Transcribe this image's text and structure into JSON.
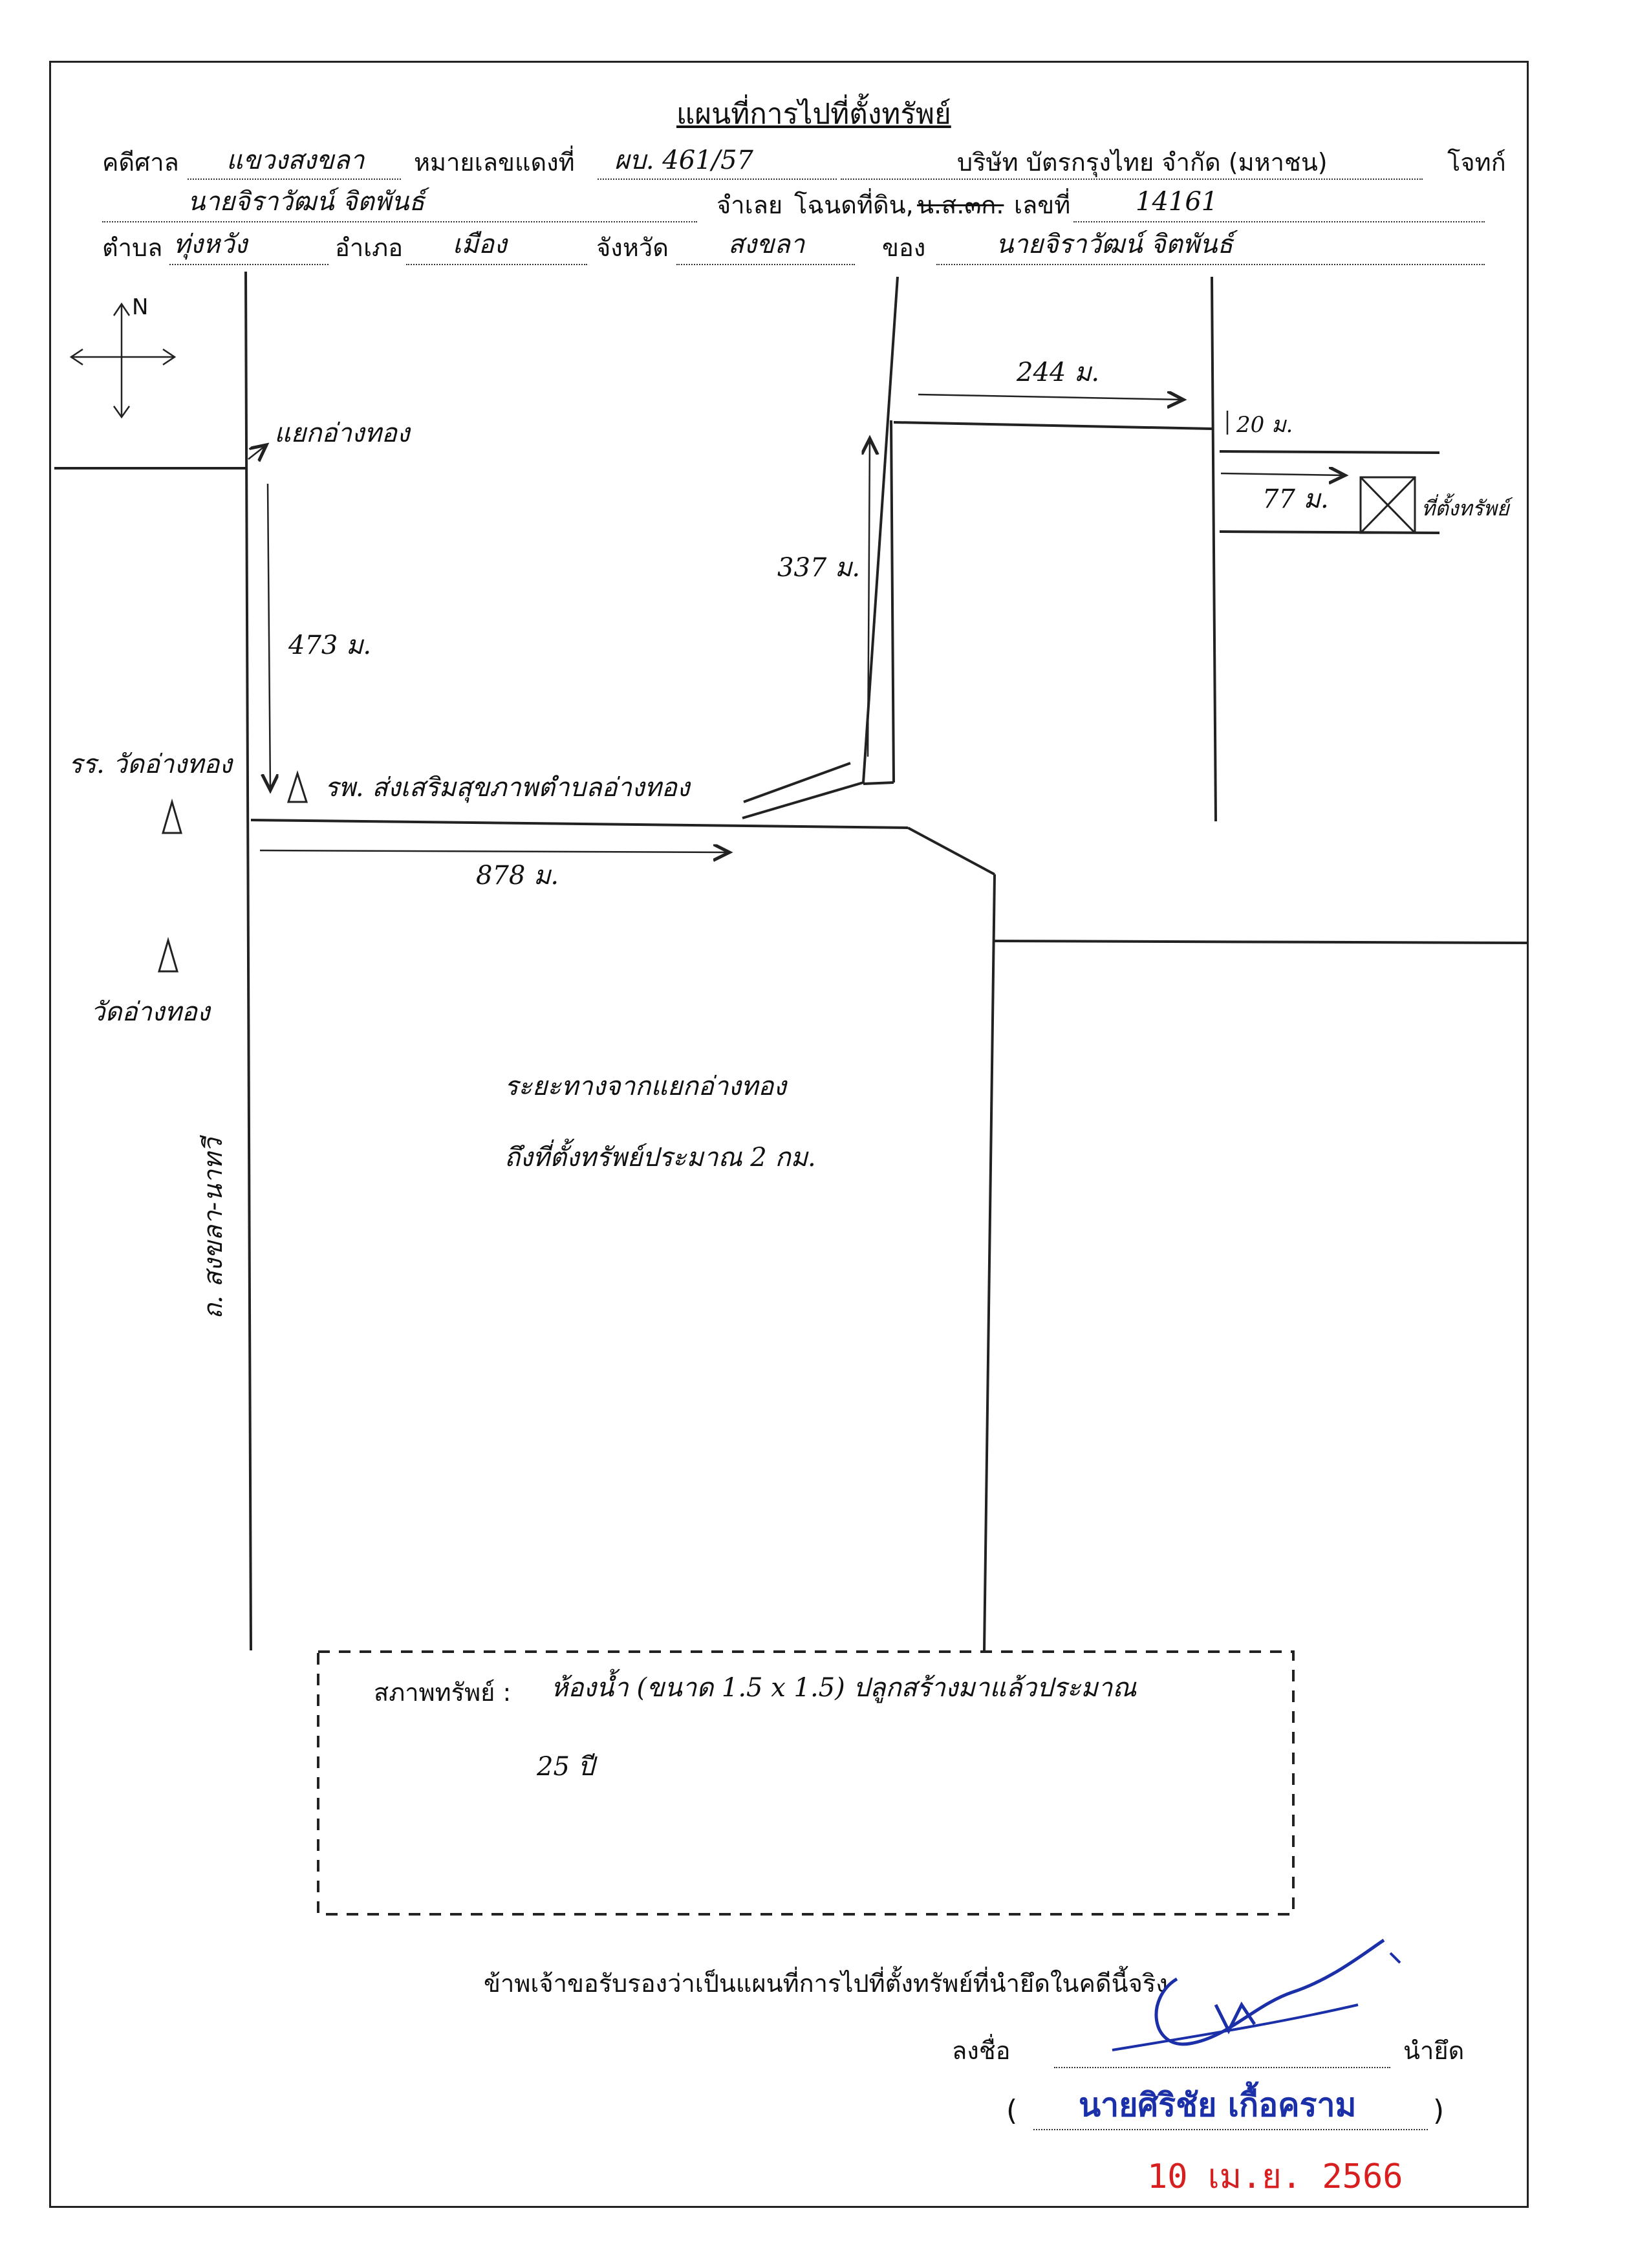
{
  "header": {
    "title": "แผนที่การไปที่ตั้งทรัพย์",
    "court_label": "คดีศาล",
    "court_value": "แขวงสงขลา",
    "case_no_label": "หมายเลขแดงที่",
    "case_no_value": "ผบ. 461/57",
    "plaintiff_value": "บริษัท บัตรกรุงไทย จำกัด (มหาชน)",
    "plaintiff_label": "โจทก์",
    "defendant_value": "นายจิราวัฒน์ จิตพันธ์",
    "defendant_label": "จำเลย",
    "deed_label": "โฉนดที่ดิน,",
    "deed_struck": "น.ส.๓ก.",
    "deed_no_label": "เลขที่",
    "deed_no_value": "14161",
    "subdistrict_label": "ตำบล",
    "subdistrict_value": "ทุ่งหวัง",
    "district_label": "อำเภอ",
    "district_value": "เมือง",
    "province_label": "จังหวัด",
    "province_value": "สงขลา",
    "owner_label": "ของ",
    "owner_value": "นายจิราวัฒน์ จิตพันธ์"
  },
  "map": {
    "compass_label": "N",
    "junction_label": "แยกอ่างทอง",
    "school_label": "รร. วัดอ่างทอง",
    "health_center_label": "รพ. ส่งเสริมสุขภาพตำบลอ่างทอง",
    "temple_label": "วัดอ่างทอง",
    "road_label": "ถ. สงขลา-นาทวี",
    "dist_south": "473 ม.",
    "dist_east": "878 ม.",
    "dist_north": "337 ม.",
    "dist_east2": "244 ม.",
    "dist_south2": "20 ม.",
    "dist_east3": "77 ม.",
    "property_label": "ที่ตั้งทรัพย์",
    "note_line1": "ระยะทางจากแยกอ่างทอง",
    "note_line2": "ถึงที่ตั้งทรัพย์ประมาณ 2 กม."
  },
  "property": {
    "condition_label": "สภาพทรัพย์ :",
    "condition_line1": "ห้องน้ำ (ขนาด 1.5 x 1.5) ปลูกสร้างมาแล้วประมาณ",
    "condition_line2": "25 ปี"
  },
  "certification": {
    "statement": "ข้าพเจ้าขอรับรองว่าเป็นแผนที่การไปที่ตั้งทรัพย์ที่นำยึดในคดีนี้จริง",
    "sign_label": "ลงชื่อ",
    "role_label": "นำยึด",
    "open_paren": "(",
    "close_paren": ")",
    "printed_name": "นายศิริชัย เกื้อคราม",
    "stamp_date": "10 เม.ย. 2566"
  },
  "colors": {
    "ink": "#222222",
    "stamp_blue": "#1b2fa8",
    "date_red": "#d81e1e"
  }
}
